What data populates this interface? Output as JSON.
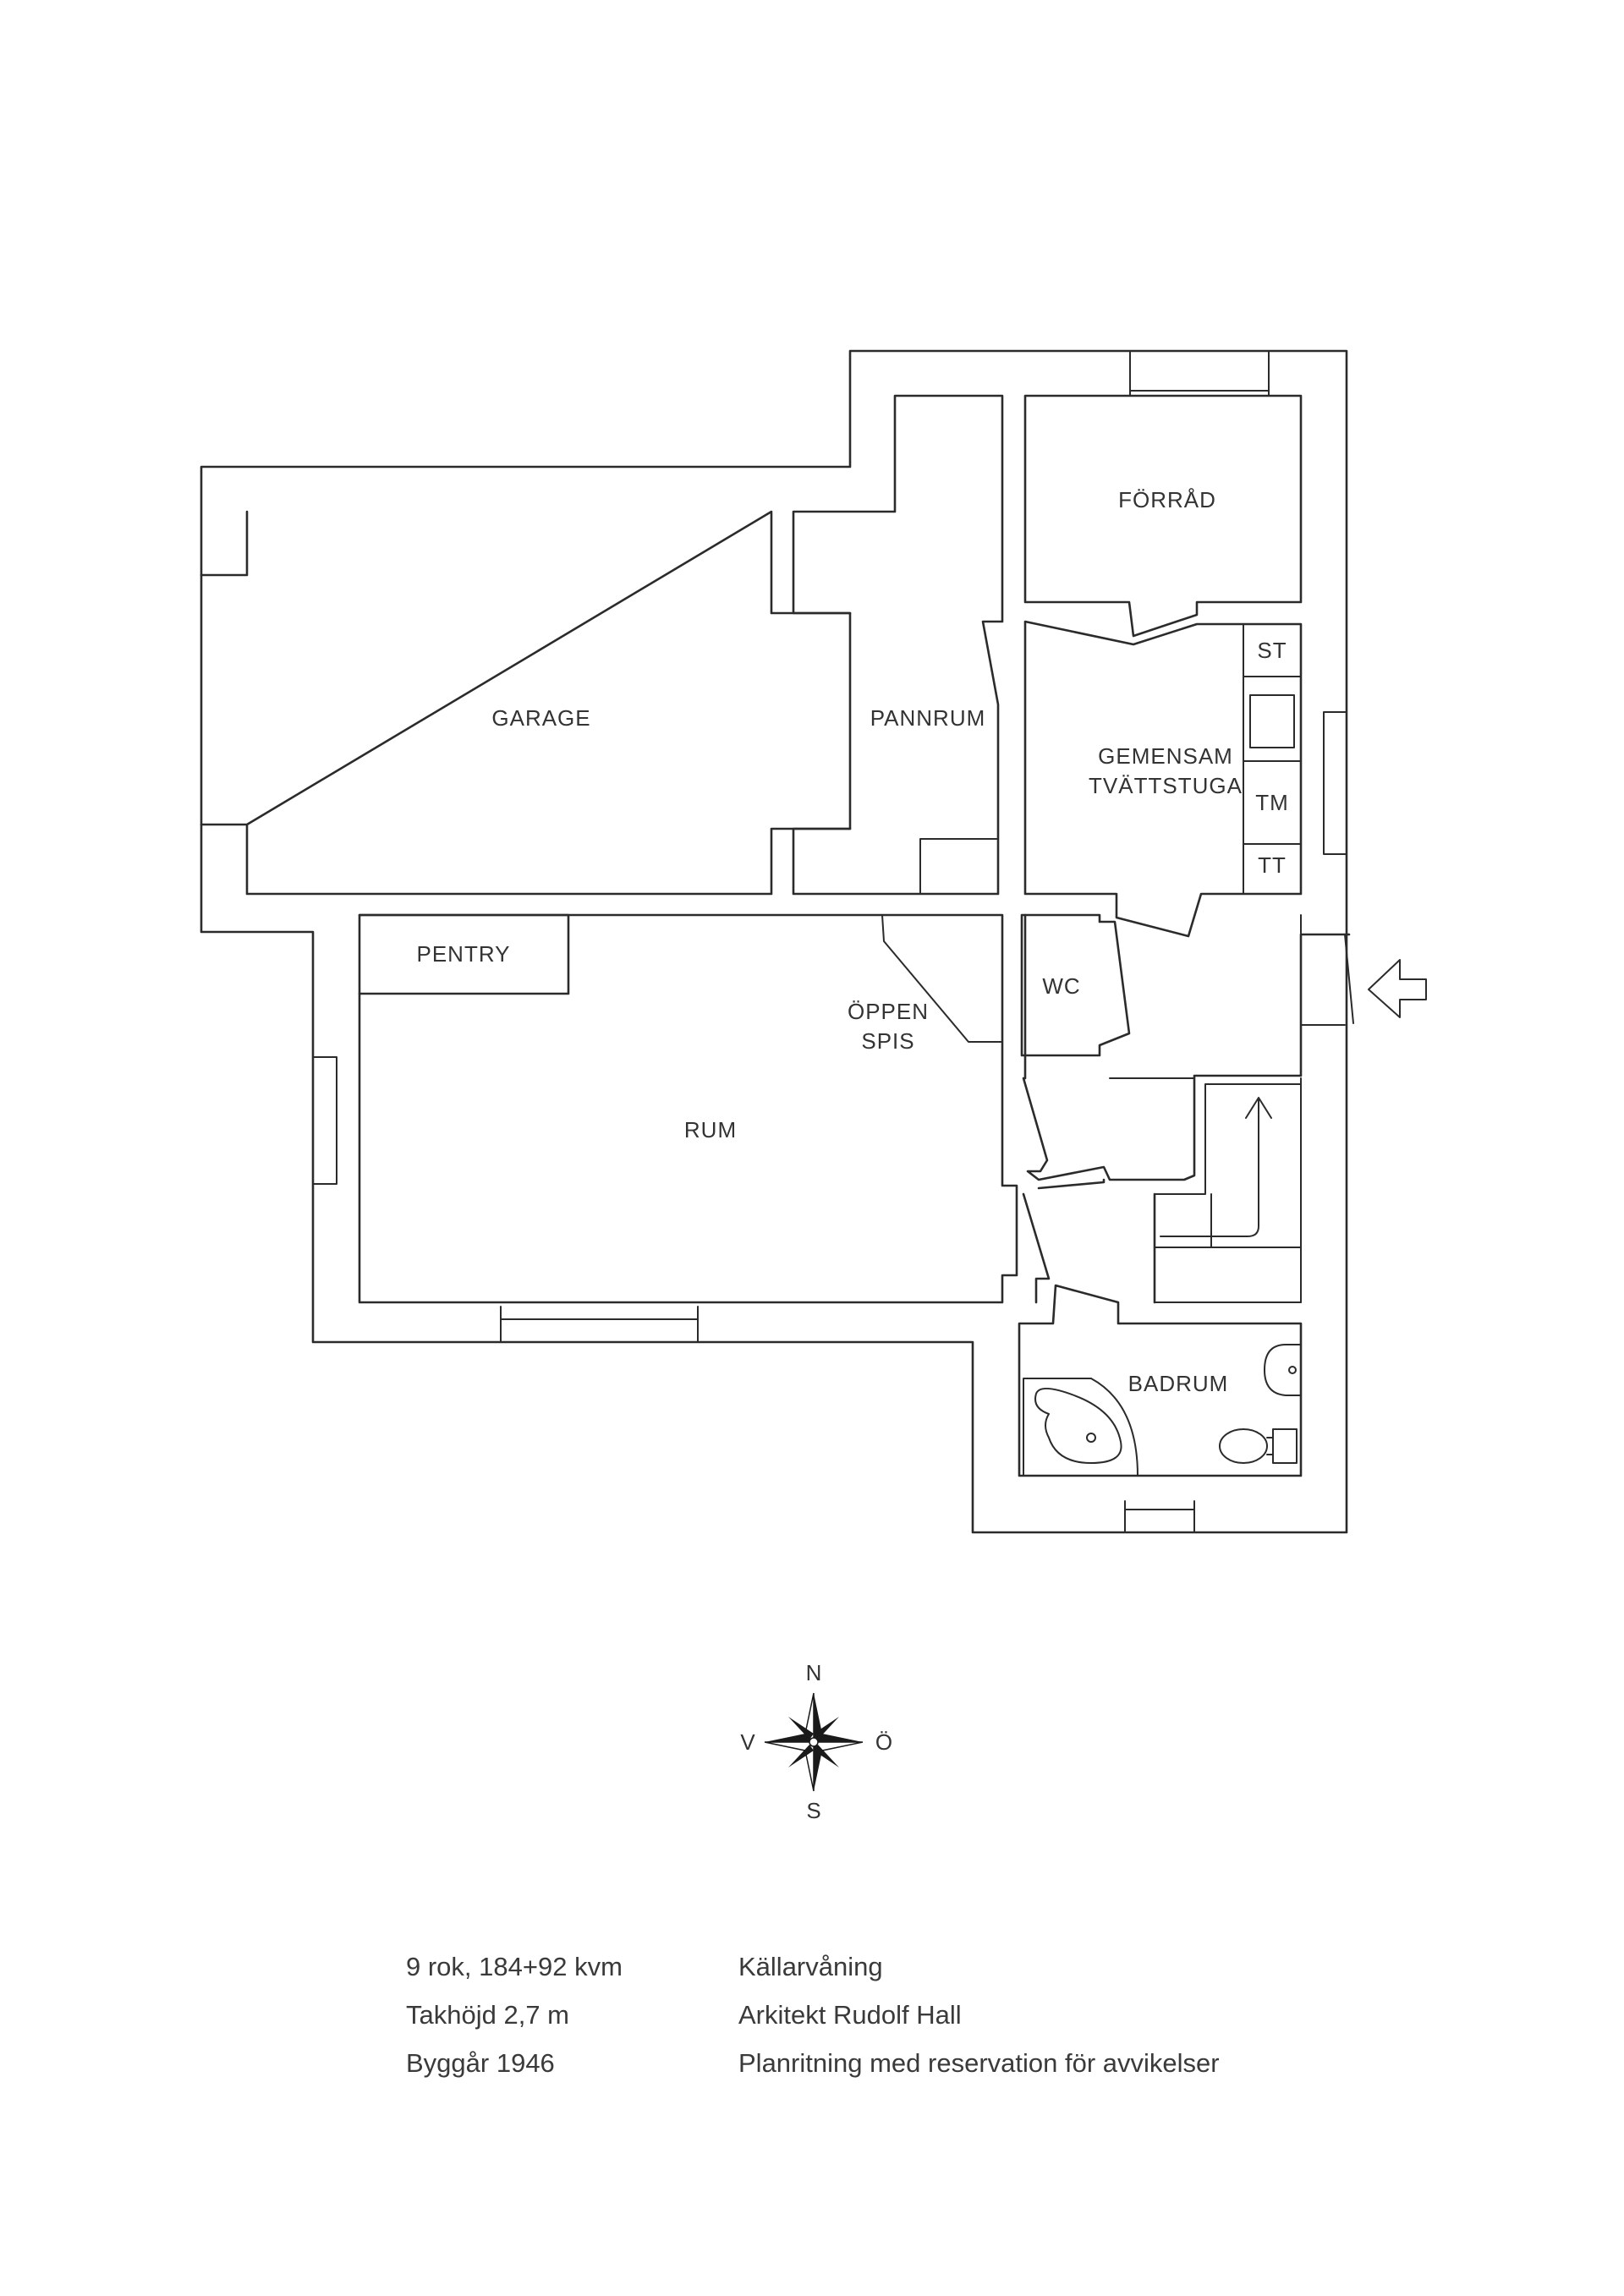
{
  "rooms": {
    "forrad": "FÖRRÅD",
    "st": "ST",
    "garage": "GARAGE",
    "pannrum": "PANNRUM",
    "tvattstuga_line1": "GEMENSAM",
    "tvattstuga_line2": "TVÄTTSTUGA",
    "tm": "TM",
    "tt": "TT",
    "pentry": "PENTRY",
    "wc": "WC",
    "oppen_spis_line1": "ÖPPEN",
    "oppen_spis_line2": "SPIS",
    "rum": "RUM",
    "badrum": "BADRUM"
  },
  "compass": {
    "north": "N",
    "south": "S",
    "west": "V",
    "east": "Ö"
  },
  "info": {
    "left": [
      "9 rok, 184+92 kvm",
      "Takhöjd 2,7 m",
      "Byggår 1946"
    ],
    "right": [
      "Källarvåning",
      "Arkitekt Rudolf Hall",
      "Planritning med reservation för avvikelser"
    ]
  }
}
